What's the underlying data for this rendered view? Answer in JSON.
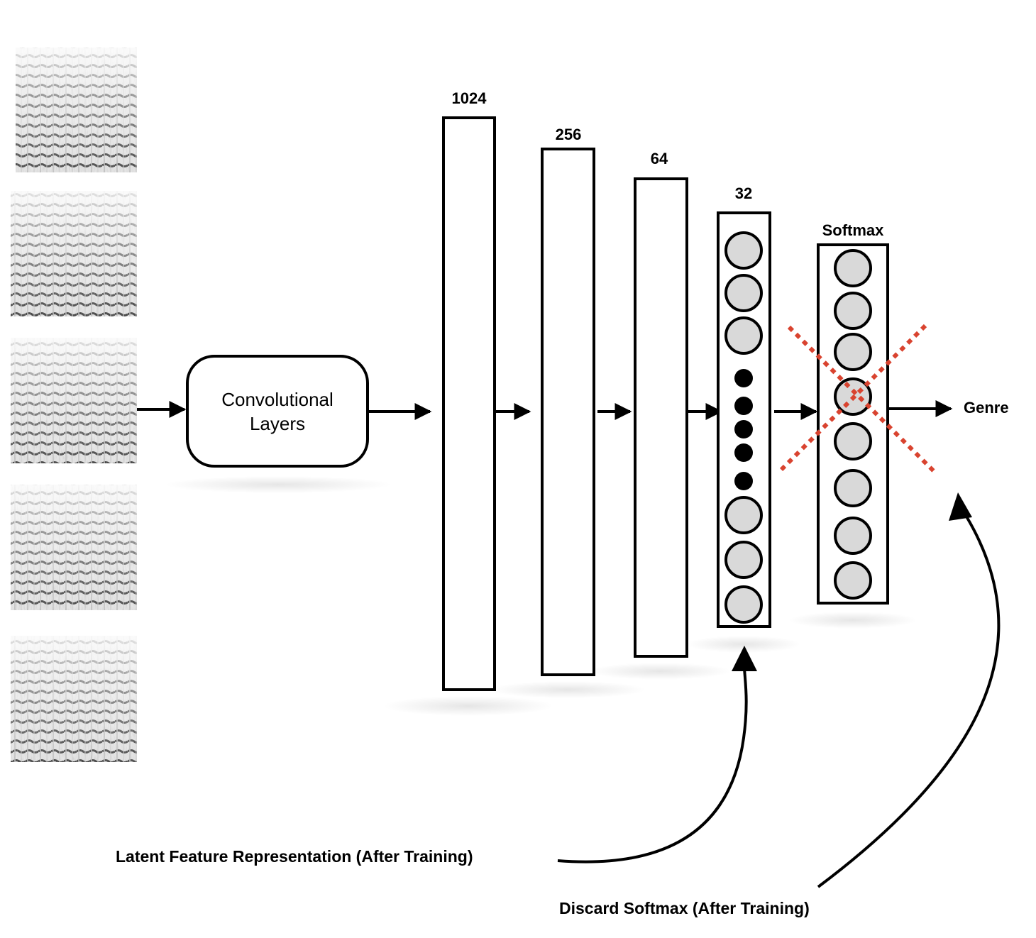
{
  "conv_block": {
    "line1": "Convolutional",
    "line2": "Layers"
  },
  "layers": [
    {
      "id": "fc-1024",
      "label": "1024"
    },
    {
      "id": "fc-256",
      "label": "256"
    },
    {
      "id": "fc-64",
      "label": "64"
    },
    {
      "id": "fc-32",
      "label": "32"
    },
    {
      "id": "softmax",
      "label": "Softmax"
    }
  ],
  "output_label": "Genre",
  "annotations": {
    "latent": "Latent Feature Representation (After Training)",
    "discard": "Discard Softmax (After Training)"
  },
  "colors": {
    "stroke": "#000000",
    "neuron_fill": "#d9d9d9",
    "cross": "#d9432f",
    "spectrogram_light": "#e8e8e8",
    "spectrogram_dark": "#2a2a2a"
  },
  "spectrogram_count": 5
}
